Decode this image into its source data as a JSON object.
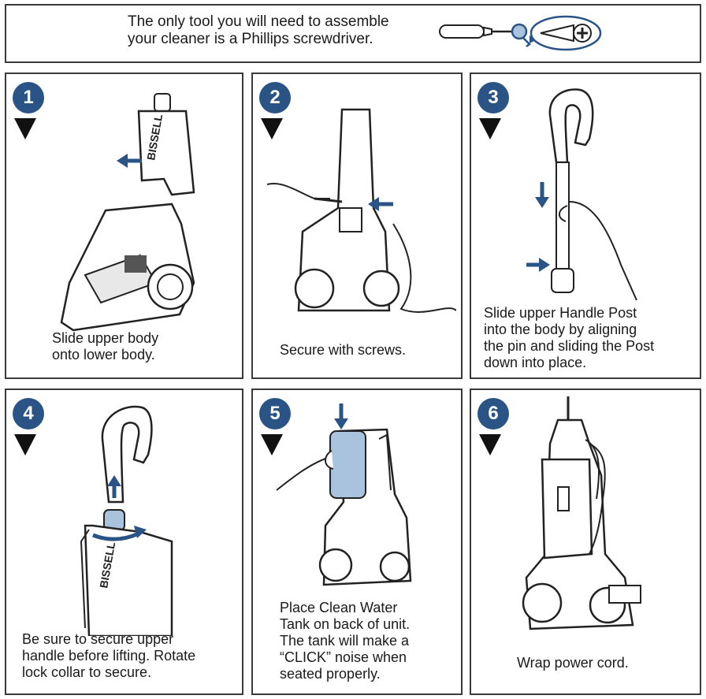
{
  "intro": {
    "lines": [
      "The only tool you will need to assemble",
      "your cleaner is a Phillips screwdriver."
    ]
  },
  "brand": "BISSELL",
  "steps": [
    {
      "number": "1",
      "caption": [
        "Slide upper body",
        "onto lower body."
      ]
    },
    {
      "number": "2",
      "caption": [
        "Secure with screws."
      ]
    },
    {
      "number": "3",
      "caption": [
        "Slide upper Handle Post",
        "into the body by aligning",
        "the pin and sliding the Post",
        "down into place."
      ]
    },
    {
      "number": "4",
      "caption": [
        "Be sure to secure upper",
        "handle before lifting. Rotate",
        "lock collar to secure."
      ]
    },
    {
      "number": "5",
      "caption": [
        "Place Clean Water",
        "Tank on back of unit.",
        "The tank will make a",
        "“CLICK” noise when",
        "seated properly."
      ]
    },
    {
      "number": "6",
      "caption": [
        "Wrap power cord."
      ]
    }
  ],
  "colors": {
    "badge": "#2a5386",
    "accent": "#a9c3de",
    "border": "#3a3a3a"
  }
}
